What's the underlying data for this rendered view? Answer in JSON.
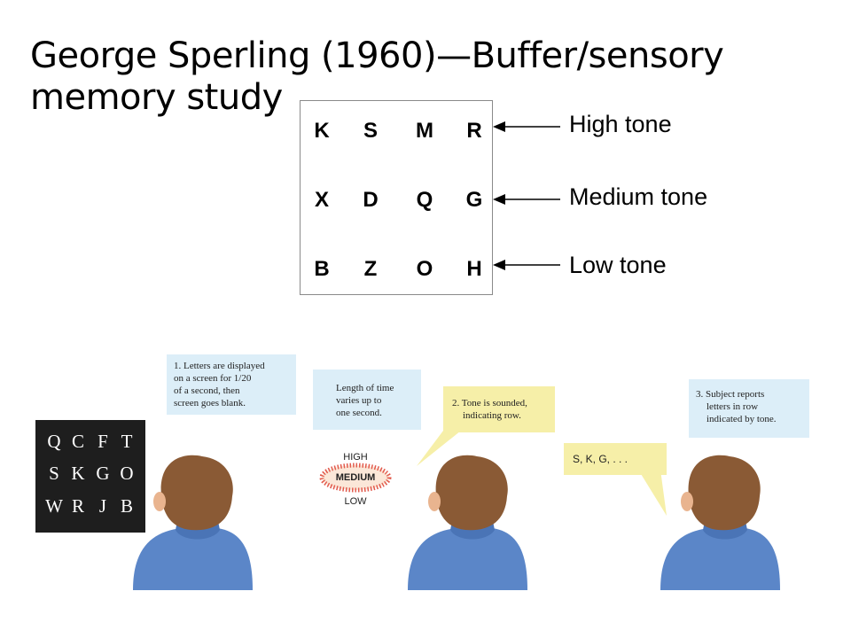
{
  "slide": {
    "title": "George Sperling (1960)—Buffer/sensory memory study"
  },
  "letter_grid": {
    "rows": [
      [
        "K",
        "S",
        "M",
        "R"
      ],
      [
        "X",
        "D",
        "Q",
        "G"
      ],
      [
        "B",
        "Z",
        "O",
        "H"
      ]
    ],
    "tones": [
      "High tone",
      "Medium tone",
      "Low tone"
    ]
  },
  "illustration": {
    "display_board": {
      "rows": [
        [
          "Q",
          "C",
          "F",
          "T"
        ],
        [
          "S",
          "K",
          "G",
          "O"
        ],
        [
          "W",
          "R",
          "J",
          "B"
        ]
      ]
    },
    "step1_caption": [
      "1. Letters are displayed",
      "on a screen for 1/20",
      "of a second, then",
      "screen goes blank."
    ],
    "interval_caption": [
      "Length of time",
      "varies up to",
      "one second."
    ],
    "step2_caption": [
      "2. Tone is sounded,",
      "indicating row."
    ],
    "tone_words": [
      "HIGH",
      "MEDIUM",
      "LOW"
    ],
    "response_speech": "S, K, G, . . .",
    "step3_caption": [
      "3. Subject reports",
      "letters in row",
      "indicated by tone."
    ]
  },
  "colors": {
    "caption_bg": "#dceef8",
    "speech_bg": "#f6efa8",
    "board_bg": "#1e1e1e",
    "sweater": "#5b86c8",
    "hair": "#8a5a35",
    "skin": "#e9b48f",
    "burst": "#e25b4d"
  },
  "icons": [
    "person-icon",
    "sound-burst-icon",
    "arrow-left-icon"
  ]
}
